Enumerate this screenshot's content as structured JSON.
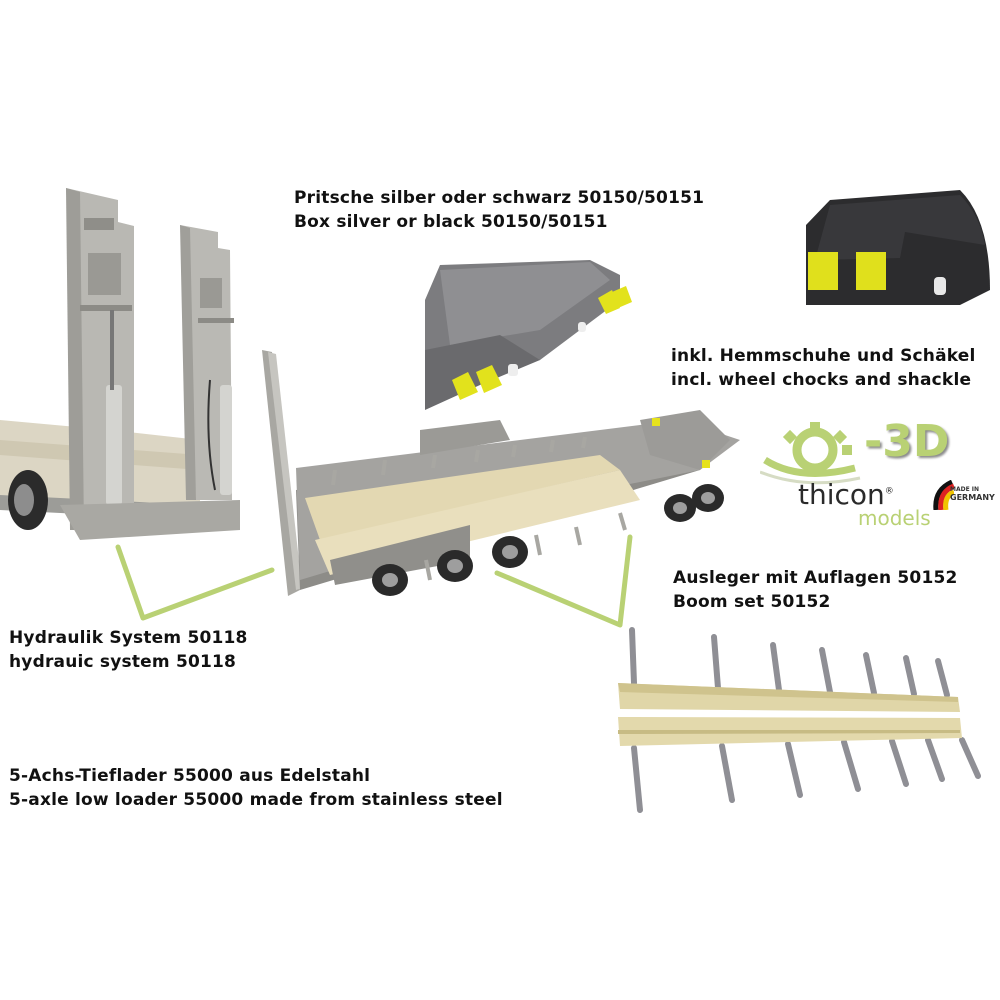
{
  "captions": {
    "box": {
      "line1": "Pritsche silber oder schwarz 50150/50151",
      "line2": "Box silver or black 50150/50151"
    },
    "chocks": {
      "line1": "inkl. Hemmschuhe und Schäkel",
      "line2": "incl. wheel chocks and shackle"
    },
    "boom": {
      "line1": "Ausleger mit Auflagen 50152",
      "line2": "Boom set 50152"
    },
    "hydraulic": {
      "line1": "Hydraulik System 50118",
      "line2": "hydrauic system 50118"
    },
    "trailer": {
      "line1": "5-Achs-Tieflader 55000 aus Edelstahl",
      "line2": "5-axle low loader 55000 made from stainless steel"
    }
  },
  "logo": {
    "brand": "thicon",
    "registered": "®",
    "sub": "models",
    "suffix": "-3D",
    "badge_line1": "MADE IN",
    "badge_line2": "GERMANY"
  },
  "colors": {
    "accent_green": "#b9d174",
    "chock_yellow": "#e2e21a",
    "steel_gray": "#a8a8a6",
    "wood": "#e6dcb8",
    "box_gray": "#6f6f72",
    "box_black": "#2a2a2c"
  }
}
